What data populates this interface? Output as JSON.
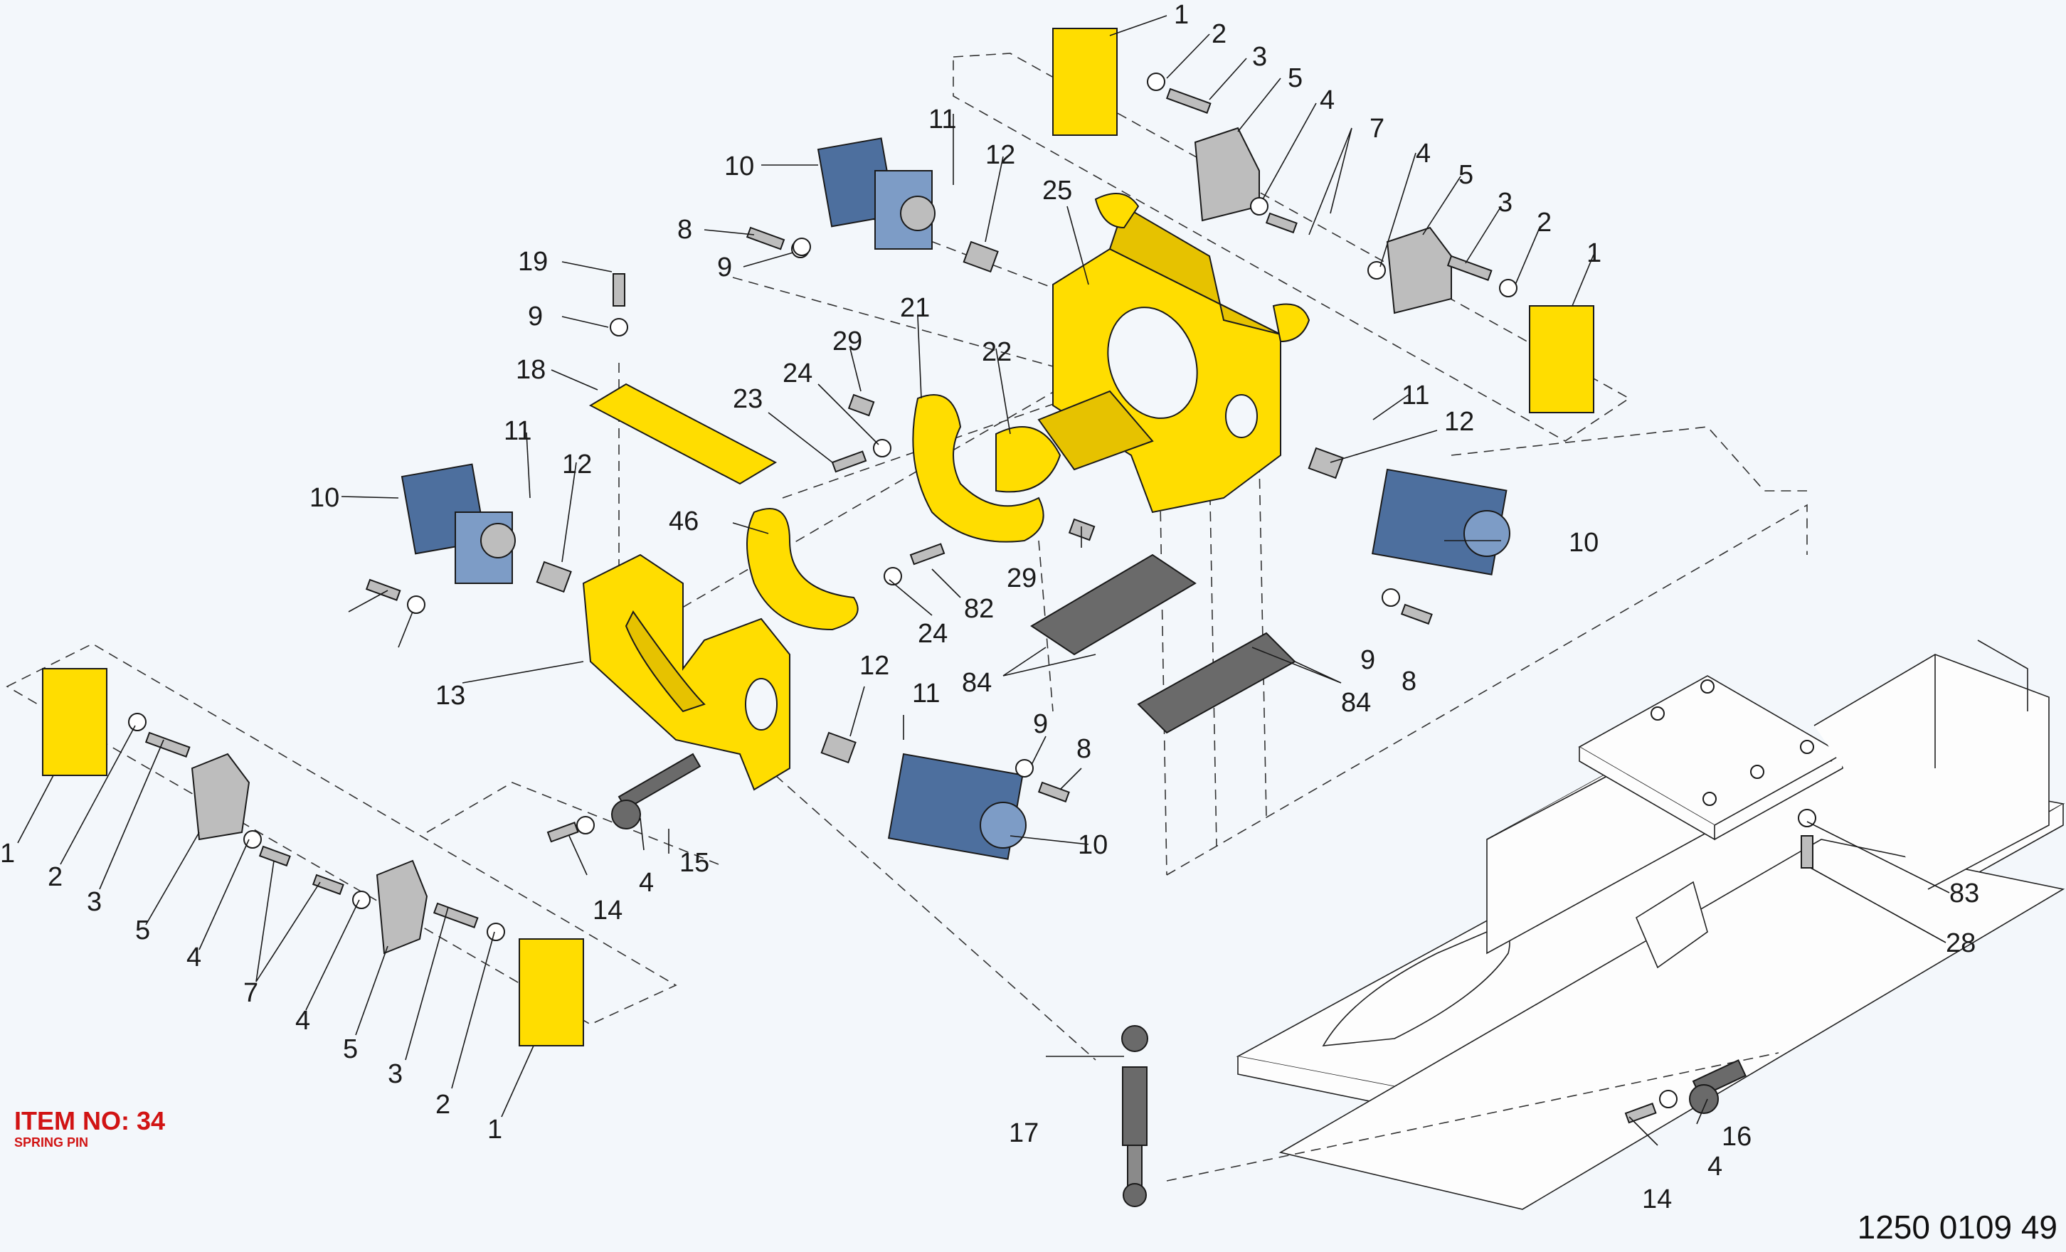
{
  "item_label": {
    "title": "ITEM NO: 34",
    "subtitle": "SPRING PIN"
  },
  "drawing_number": "1250 0109 49",
  "callouts": [
    "1",
    "2",
    "3",
    "5",
    "4",
    "7",
    "4",
    "5",
    "3",
    "2",
    "1",
    "11",
    "12",
    "10",
    "8",
    "9",
    "25",
    "19",
    "9",
    "18",
    "29",
    "21",
    "22",
    "24",
    "23",
    "11",
    "12",
    "10",
    "11",
    "12",
    "10",
    "46",
    "29",
    "82",
    "24",
    "9",
    "8",
    "13",
    "84",
    "84",
    "12",
    "11",
    "9",
    "8",
    "10",
    "1",
    "2",
    "3",
    "5",
    "4",
    "7",
    "4",
    "5",
    "3",
    "2",
    "1",
    "15",
    "4",
    "14",
    "83",
    "28",
    "17",
    "16",
    "4",
    "14"
  ],
  "colors": {
    "part_yellow": "#ffdd00",
    "part_blue": "#4d6f9e",
    "part_gray": "#bdbdbd",
    "label_red": "#d11414",
    "background": "#f3f7fb"
  }
}
